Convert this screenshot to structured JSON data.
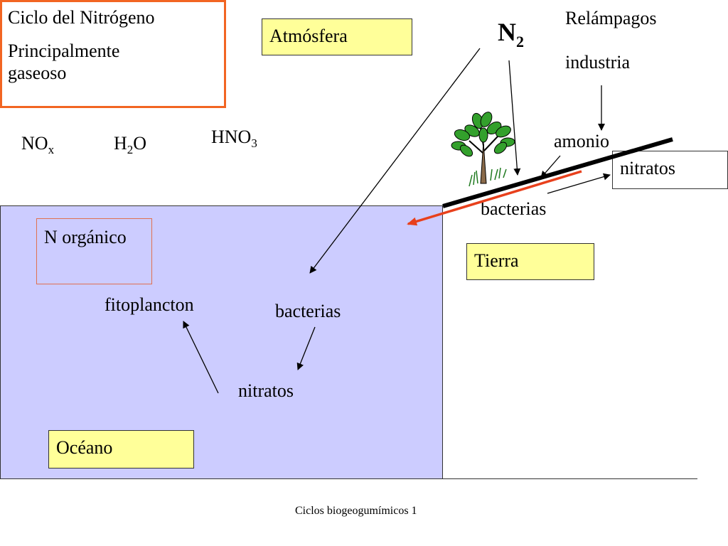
{
  "title": {
    "line1": "Ciclo del Nitrógeno",
    "line2": "Principalmente gaseoso"
  },
  "regions": {
    "atmosphere": "Atmósfera",
    "land": "Tierra",
    "ocean": "Océano"
  },
  "atmosphere_gases": {
    "nox": {
      "base": "NO",
      "sub": "x"
    },
    "h2o": {
      "pre": "H",
      "sub": "2",
      "post": "O"
    },
    "hno3": {
      "base": "HNO",
      "sub": "3"
    }
  },
  "n2": {
    "base": "N",
    "sub": "2"
  },
  "sources": {
    "lightning": "Relámpagos",
    "industry": "industria"
  },
  "land_labels": {
    "ammonium": "amonio",
    "nitrates": "nitratos",
    "bacteria": "bacterias"
  },
  "ocean_labels": {
    "organic_n": "N orgánico",
    "phytoplankton": "fitoplancton",
    "bacteria": "bacterias",
    "nitrates": "nitratos"
  },
  "footer": "Ciclos biogeogumímicos 1",
  "colors": {
    "title_border": "#f26522",
    "label_fill": "#ffff99",
    "ocean_fill": "#ccccff",
    "runoff_arrow": "#e8401c",
    "leaf_green": "#33a02c"
  }
}
